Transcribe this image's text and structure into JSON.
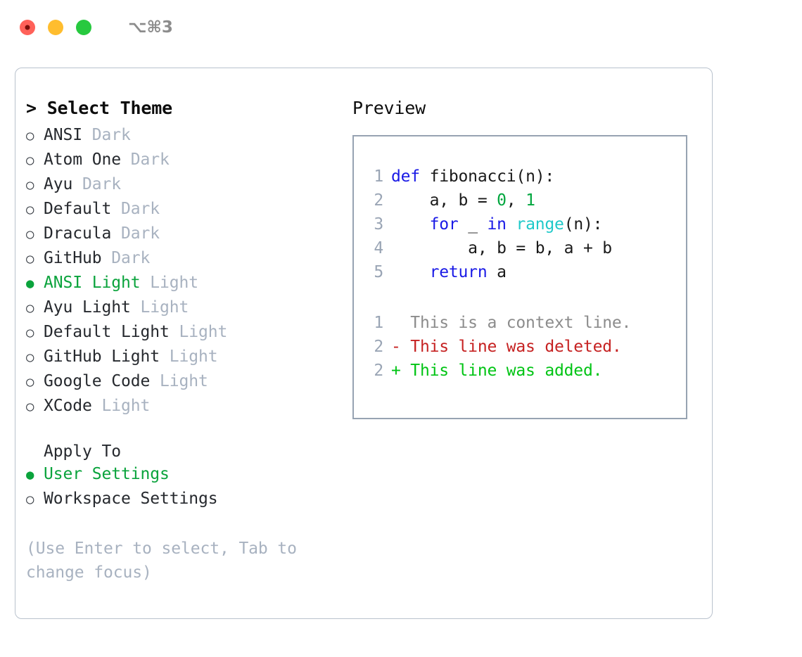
{
  "titlebar": {
    "shortcut": "⌥⌘3",
    "dots": [
      "close-dot",
      "minimize-dot",
      "maximize-dot"
    ]
  },
  "theme_panel": {
    "heading": "> Select Theme",
    "marker_selected": "●",
    "marker_unselected": "○",
    "selected_theme": "ANSI Light",
    "accent_color": "#0aa33c",
    "variant_color": "#a8b2c0",
    "items": [
      {
        "name": "ANSI",
        "variant": "Dark",
        "selected": false
      },
      {
        "name": "Atom One",
        "variant": "Dark",
        "selected": false
      },
      {
        "name": "Ayu",
        "variant": "Dark",
        "selected": false
      },
      {
        "name": "Default",
        "variant": "Dark",
        "selected": false
      },
      {
        "name": "Dracula",
        "variant": "Dark",
        "selected": false
      },
      {
        "name": "GitHub",
        "variant": "Dark",
        "selected": false
      },
      {
        "name": "ANSI Light",
        "variant": "Light",
        "selected": true
      },
      {
        "name": "Ayu Light",
        "variant": "Light",
        "selected": false
      },
      {
        "name": "Default Light",
        "variant": "Light",
        "selected": false
      },
      {
        "name": "GitHub Light",
        "variant": "Light",
        "selected": false
      },
      {
        "name": "Google Code",
        "variant": "Light",
        "selected": false
      },
      {
        "name": "XCode",
        "variant": "Light",
        "selected": false
      }
    ]
  },
  "apply_to": {
    "heading": "Apply To",
    "selected_option": "User Settings",
    "options": [
      {
        "label": "User Settings",
        "selected": true
      },
      {
        "label": "Workspace Settings",
        "selected": false
      }
    ]
  },
  "hint": "(Use Enter to select, Tab to change focus)",
  "preview": {
    "heading": "Preview",
    "code_lines": [
      {
        "no": "1",
        "tokens": [
          {
            "t": "def ",
            "c": "tok-kw"
          },
          {
            "t": "fibonacci(n):",
            "c": "tok-plain"
          }
        ]
      },
      {
        "no": "2",
        "tokens": [
          {
            "t": "    a, b = ",
            "c": "tok-plain"
          },
          {
            "t": "0",
            "c": "tok-num"
          },
          {
            "t": ", ",
            "c": "tok-plain"
          },
          {
            "t": "1",
            "c": "tok-num"
          }
        ]
      },
      {
        "no": "3",
        "tokens": [
          {
            "t": "    ",
            "c": "tok-plain"
          },
          {
            "t": "for",
            "c": "tok-kw"
          },
          {
            "t": " _ ",
            "c": "tok-plain"
          },
          {
            "t": "in",
            "c": "tok-kw"
          },
          {
            "t": " ",
            "c": "tok-plain"
          },
          {
            "t": "range",
            "c": "tok-fn"
          },
          {
            "t": "(n):",
            "c": "tok-plain"
          }
        ]
      },
      {
        "no": "4",
        "tokens": [
          {
            "t": "        a, b = b, a + b",
            "c": "tok-plain"
          }
        ]
      },
      {
        "no": "5",
        "tokens": [
          {
            "t": "    ",
            "c": "tok-plain"
          },
          {
            "t": "return",
            "c": "tok-kw"
          },
          {
            "t": " a",
            "c": "tok-plain"
          }
        ]
      }
    ],
    "diff_lines": [
      {
        "no": "1",
        "text": "  This is a context line.",
        "kind": "diff-ctx"
      },
      {
        "no": "2",
        "text": "- This line was deleted.",
        "kind": "diff-del"
      },
      {
        "no": "2",
        "text": "+ This line was added.",
        "kind": "diff-add"
      }
    ]
  }
}
